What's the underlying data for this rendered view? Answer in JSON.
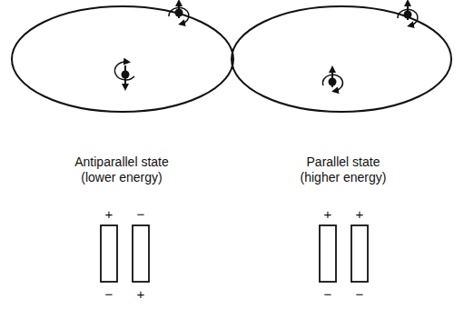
{
  "diagram": {
    "labels": [
      "Antiparallel state (lower energy)",
      "Parallel state (higher energy)",
      "+",
      "−",
      "+",
      "+",
      "−",
      "+",
      "−",
      "−"
    ]
  }
}
